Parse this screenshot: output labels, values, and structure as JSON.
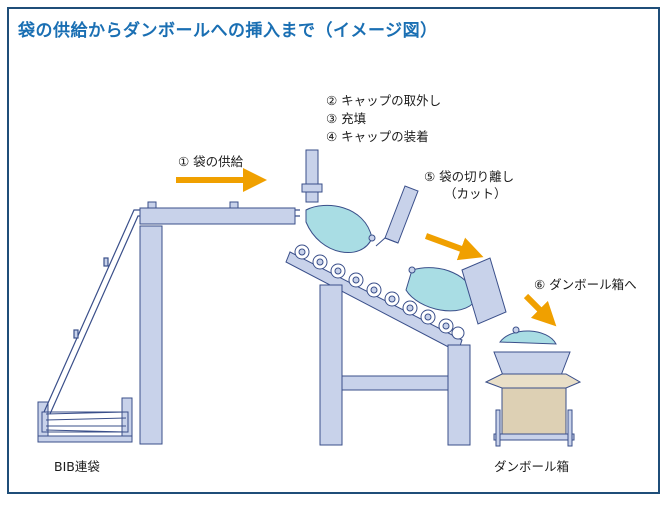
{
  "title": "袋の供給からダンボールへの挿入まで（イメージ図）",
  "steps": {
    "s1": "① 袋の供給",
    "s2": "② キャップの取外し",
    "s3": "③ 充填",
    "s4": "④ キャップの装着",
    "s5": "⑤ 袋の切り離し",
    "s5_sub": "（カット）",
    "s6": "⑥ ダンボール箱へ"
  },
  "labels": {
    "bib": "BIB連袋",
    "box": "ダンボール箱"
  },
  "colors": {
    "title": "#1a6fb3",
    "frame": "#1f4e79",
    "machine_fill": "#c8d2ea",
    "machine_stroke": "#3a4f8a",
    "bag": "#a9dde4",
    "arrow": "#f0a000",
    "carton": "#ddd0b4"
  }
}
